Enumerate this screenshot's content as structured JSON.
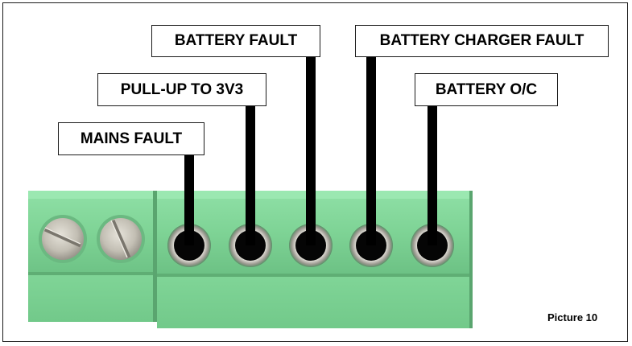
{
  "labels": {
    "mains_fault": "MAINS FAULT",
    "pull_up": "PULL-UP TO 3V3",
    "battery_fault": "BATTERY FAULT",
    "battery_charger_fault": "BATTERY CHARGER FAULT",
    "battery_oc": "BATTERY O/C"
  },
  "caption": "Picture 10",
  "colors": {
    "terminal_green": "#7fd197",
    "terminal_green_dark": "#5fb479",
    "screw_metal": "#c9c6bd",
    "hole_black": "#050505",
    "leader": "#000000"
  }
}
